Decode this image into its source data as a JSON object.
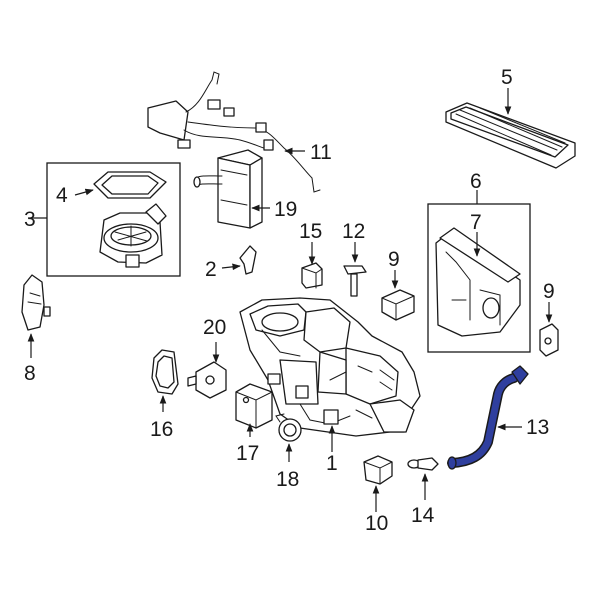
{
  "highlight_color": "#2f3f9e",
  "outline_color": "#1a1a1a",
  "background_color": "#ffffff",
  "highlighted_part": "13",
  "callouts": [
    {
      "id": "c1",
      "label": "1"
    },
    {
      "id": "c2",
      "label": "2"
    },
    {
      "id": "c3",
      "label": "3"
    },
    {
      "id": "c4",
      "label": "4"
    },
    {
      "id": "c5",
      "label": "5"
    },
    {
      "id": "c6",
      "label": "6"
    },
    {
      "id": "c7",
      "label": "7"
    },
    {
      "id": "c8",
      "label": "8"
    },
    {
      "id": "c9a",
      "label": "9"
    },
    {
      "id": "c9b",
      "label": "9"
    },
    {
      "id": "c10",
      "label": "10"
    },
    {
      "id": "c11",
      "label": "11"
    },
    {
      "id": "c12",
      "label": "12"
    },
    {
      "id": "c13",
      "label": "13"
    },
    {
      "id": "c14",
      "label": "14"
    },
    {
      "id": "c15",
      "label": "15"
    },
    {
      "id": "c16",
      "label": "16"
    },
    {
      "id": "c17",
      "label": "17"
    },
    {
      "id": "c18",
      "label": "18"
    },
    {
      "id": "c19",
      "label": "19"
    },
    {
      "id": "c20",
      "label": "20"
    }
  ]
}
